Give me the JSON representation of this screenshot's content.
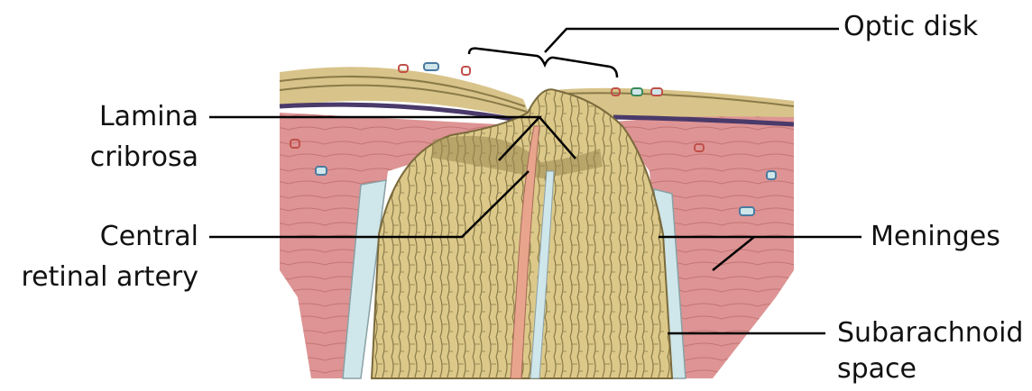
{
  "labels": {
    "optic_disk": "Optic disk",
    "lamina_cribrosa": [
      "Lamina",
      "cribrosa"
    ],
    "central_retinal_artery": [
      "Central",
      "retinal artery"
    ],
    "meninges": "Meninges",
    "subarachnoid_space": [
      "Subarachnoid",
      "space"
    ]
  },
  "colors": {
    "nerve_fibers": "#dcc98a",
    "nerve_strokes": "#7a6a3c",
    "sclera_pink": "#d98a8a",
    "sclera_dark": "#c06868",
    "retina_layers": "#5a4a7a",
    "subarachnoid": "#cfe6ea",
    "artery": "#e8a48c",
    "leader_line": "#000000"
  }
}
